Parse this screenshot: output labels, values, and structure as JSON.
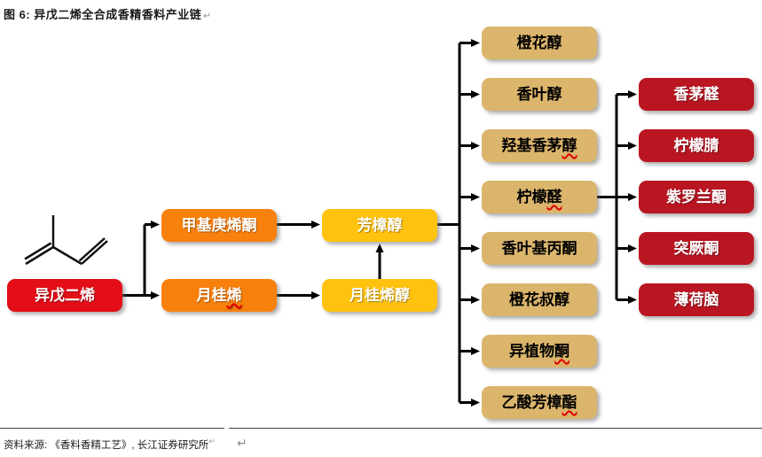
{
  "title": {
    "text": "图 6: 异戊二烯全合成香精香料产业链",
    "return_mark": "↵"
  },
  "colors": {
    "bright_red": "#E30E18",
    "orange": "#F8800D",
    "yellow": "#FFC20E",
    "tan": "#DBB56C",
    "dark_red": "#B91622",
    "arrow": "#000000"
  },
  "diagram": {
    "molecule_icon": "isoprene-skeletal-structure",
    "root": {
      "label": "异戊二烯"
    },
    "intermediates": [
      {
        "label": "甲基庚烯酮"
      },
      {
        "label": "月桂烯",
        "squiggle": true
      }
    ],
    "alcohols": [
      {
        "label": "芳樟醇"
      },
      {
        "label": "月桂烯醇"
      }
    ],
    "derivatives": [
      {
        "label": "橙花醇"
      },
      {
        "label": "香叶醇"
      },
      {
        "label": "羟基香茅醇",
        "squiggle": true
      },
      {
        "label": "柠檬醛",
        "squiggle": true
      },
      {
        "label": "香叶基丙酮"
      },
      {
        "label": "橙花叔醇"
      },
      {
        "label": "异植物酮",
        "squiggle": true
      },
      {
        "label": "乙酸芳樟酯",
        "squiggle": true
      }
    ],
    "end_products": [
      {
        "label": "香茅醛"
      },
      {
        "label": "柠檬腈"
      },
      {
        "label": "紫罗兰酮"
      },
      {
        "label": "突厥酮"
      },
      {
        "label": "薄荷脑"
      }
    ]
  },
  "footer": {
    "source": "资料来源: 《香料香精工艺》, 长江证券研究所",
    "return_mark_small": "↵",
    "return_mark_large": "↵"
  }
}
